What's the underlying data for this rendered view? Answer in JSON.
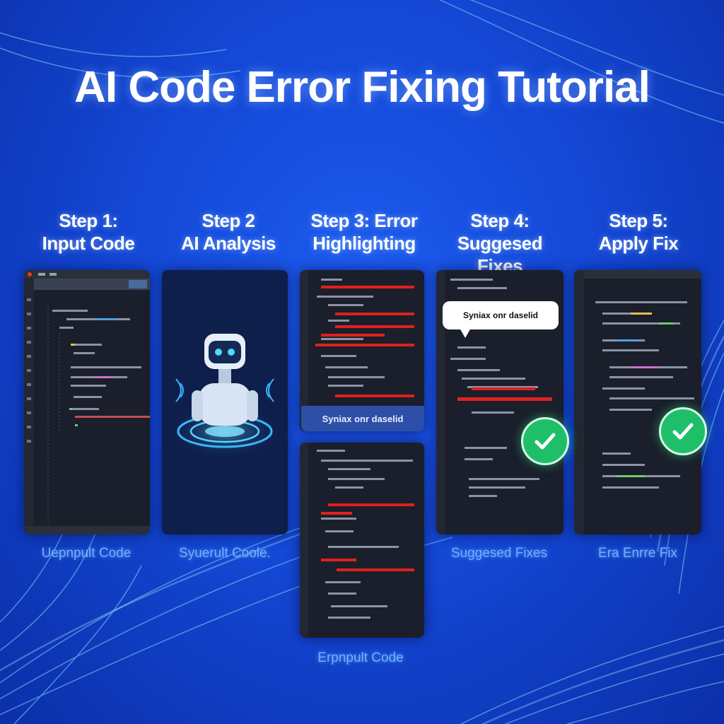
{
  "title": "AI Code Error Fixing Tutorial",
  "steps": [
    {
      "line1": "Step 1:",
      "line2": "Input Code"
    },
    {
      "line1": "Step 2",
      "line2": "AI Analysis"
    },
    {
      "line1": "Step 3: Error",
      "line2": "Highlighting"
    },
    {
      "line1": "Step 4:",
      "line2": "Suggesed Fixes"
    },
    {
      "line1": "Step 5:",
      "line2": "Apply Fix"
    }
  ],
  "captions": {
    "c1": "Uepnpult Code",
    "c2": "Syuerult Coole.",
    "c3": "Erpnpult Code",
    "c4": "Suggesed Fixes",
    "c5": "Era Enrre Fix"
  },
  "panel3_alert": "Syniax onr daselid",
  "panel4_bubble": "Syniax onr daselid",
  "colors": {
    "background": "#1448d6",
    "panel": "#1a1f2b",
    "error_line": "#e0201c",
    "check": "#1fbf6a",
    "caption": "#6fb0ff"
  },
  "icons": [
    "robot-icon",
    "check-circle-icon",
    "check-circle-icon"
  ]
}
